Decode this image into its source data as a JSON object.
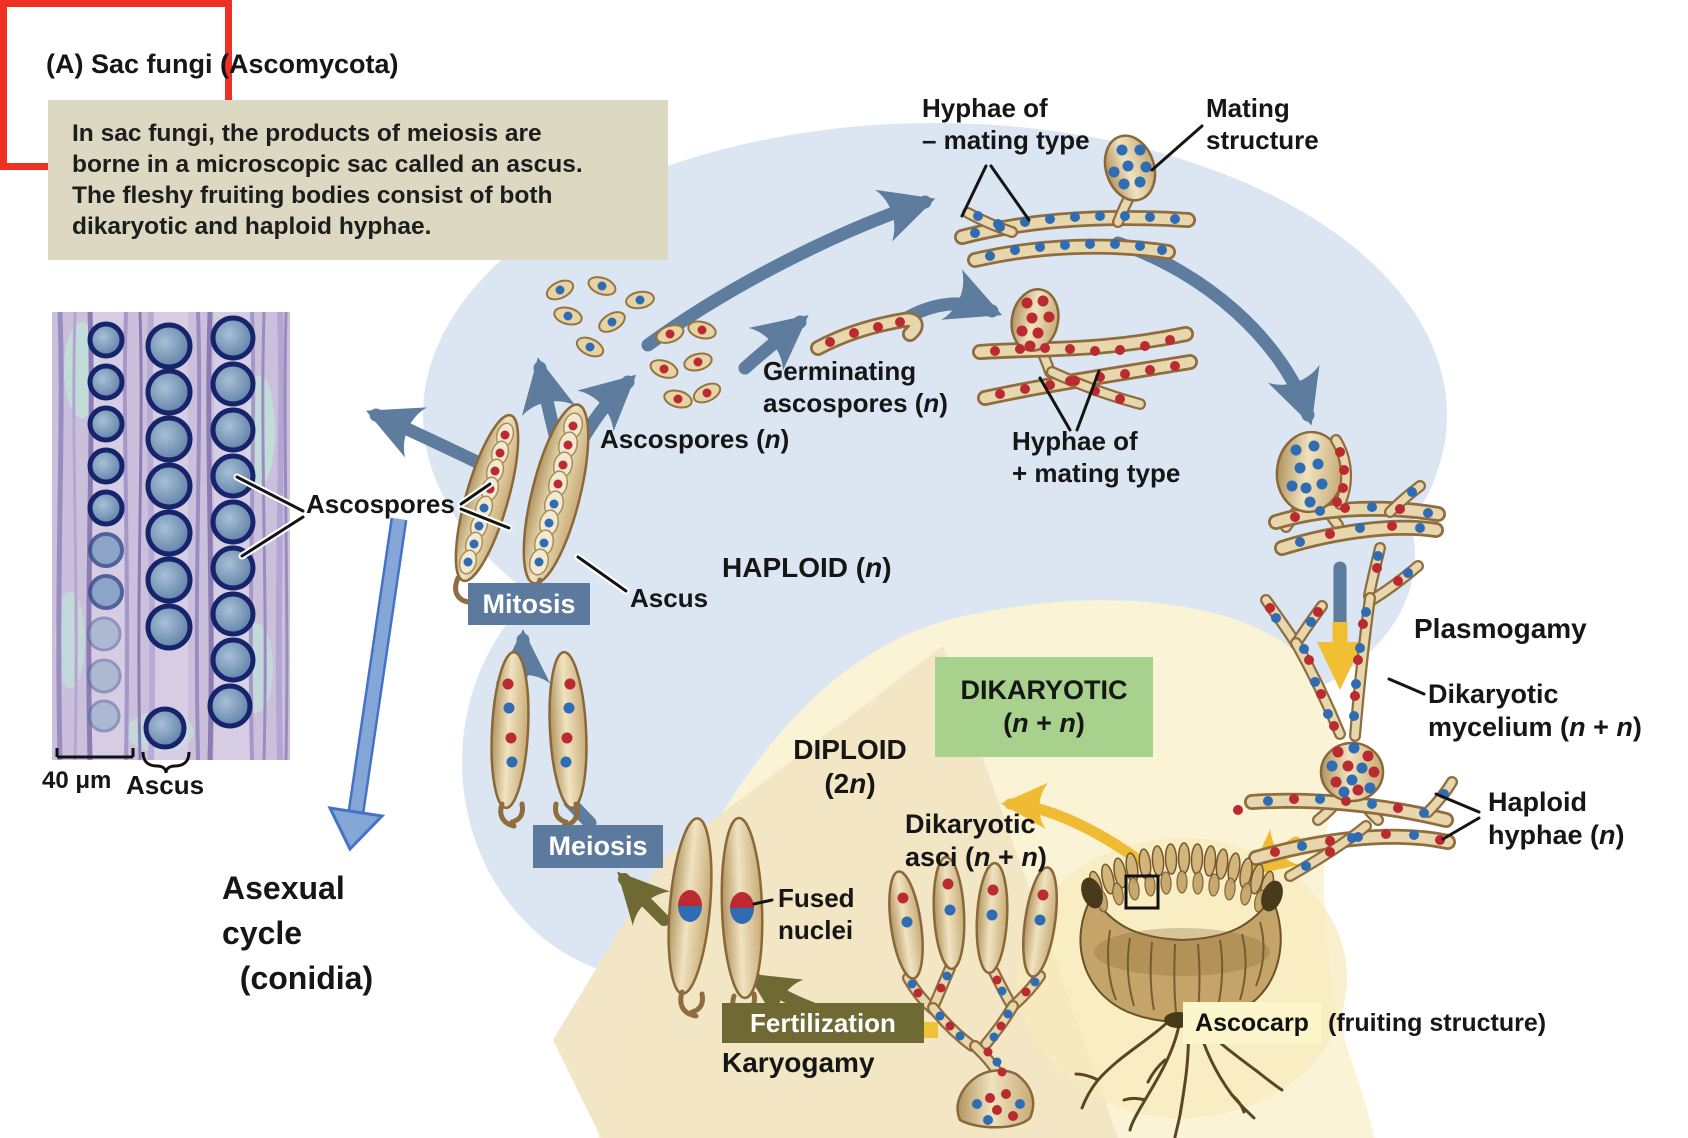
{
  "figure": {
    "title": "(A)  Sac fungi (Ascomycota)",
    "intro": "In sac fungi, the products of meiosis are\nborne in a microscopic sac called an ascus.\nThe fleshy fruiting bodies consist of both\ndikaryotic and haploid hyphae.",
    "labels": {
      "hyphae_minus": "Hyphae of\n– mating type",
      "mating_structure": "Mating\nstructure",
      "germinating": [
        {
          "t": "Germinating\nascospores ("
        },
        {
          "t": "n",
          "i": true
        },
        {
          "t": ")"
        }
      ],
      "ascospores_n": [
        {
          "t": "Ascospores ("
        },
        {
          "t": "n",
          "i": true
        },
        {
          "t": ")"
        }
      ],
      "hyphae_plus": "Hyphae of\n+ mating type",
      "ascospores": "Ascospores",
      "haploid": [
        {
          "t": "HAPLOID ("
        },
        {
          "t": "n",
          "i": true
        },
        {
          "t": ")"
        }
      ],
      "mitosis": "Mitosis",
      "ascus_pointer": "Ascus",
      "plasmogamy": "Plasmogamy",
      "dikaryotic": [
        {
          "t": "DIKARYOTIC\n("
        },
        {
          "t": "n",
          "i": true
        },
        {
          "t": " + "
        },
        {
          "t": "n",
          "i": true
        },
        {
          "t": ")"
        }
      ],
      "dik_mycelium": [
        {
          "t": "Dikaryotic\nmycelium ("
        },
        {
          "t": "n",
          "i": true
        },
        {
          "t": " + "
        },
        {
          "t": "n",
          "i": true
        },
        {
          "t": ")"
        }
      ],
      "diploid": [
        {
          "t": "DIPLOID\n(2"
        },
        {
          "t": "n",
          "i": true
        },
        {
          "t": ")"
        }
      ],
      "haploid_hyphae": [
        {
          "t": "Haploid\nhyphae ("
        },
        {
          "t": "n",
          "i": true
        },
        {
          "t": ")"
        }
      ],
      "dik_asci": [
        {
          "t": "Dikaryotic\nasci ("
        },
        {
          "t": "n",
          "i": true
        },
        {
          "t": " + "
        },
        {
          "t": "n",
          "i": true
        },
        {
          "t": ")"
        }
      ],
      "meiosis": "Meiosis",
      "fused_nuclei": "Fused\nnuclei",
      "scale_bar": "40 μm",
      "ascus_scale": "Ascus",
      "asexual_cycle": "Asexual\ncycle\n  (conidia)",
      "fertilization": "Fertilization",
      "karyogamy": "Karyogamy",
      "ascocarp": "Ascocarp",
      "fruiting_structure": "(fruiting structure)"
    },
    "colors": {
      "haploid_region": "#dce6f2",
      "dikaryotic_region": "#fbf3d5",
      "diploid_wedge": "#f1e5c3",
      "intro_box": "#ddd8c1",
      "process_box_blue": "#5b7a9e",
      "process_box_olive": "#6f6934",
      "dikaryotic_box_green": "#a9d18e",
      "dikaryotic_text_green": "#1f5c2e",
      "asexual_border_red": "#ee3124",
      "ascocarp_label_yellow": "#fcf6cd",
      "cycle_arrow_blue": "#5d7c9e",
      "gold_arrow": "#eebb33",
      "conidia_arrow_blue": "#85a7d8",
      "nucleus_red": "#bb2a31",
      "nucleus_blue": "#2f6cb3",
      "hypha_tan": "#e8d7ad"
    }
  }
}
